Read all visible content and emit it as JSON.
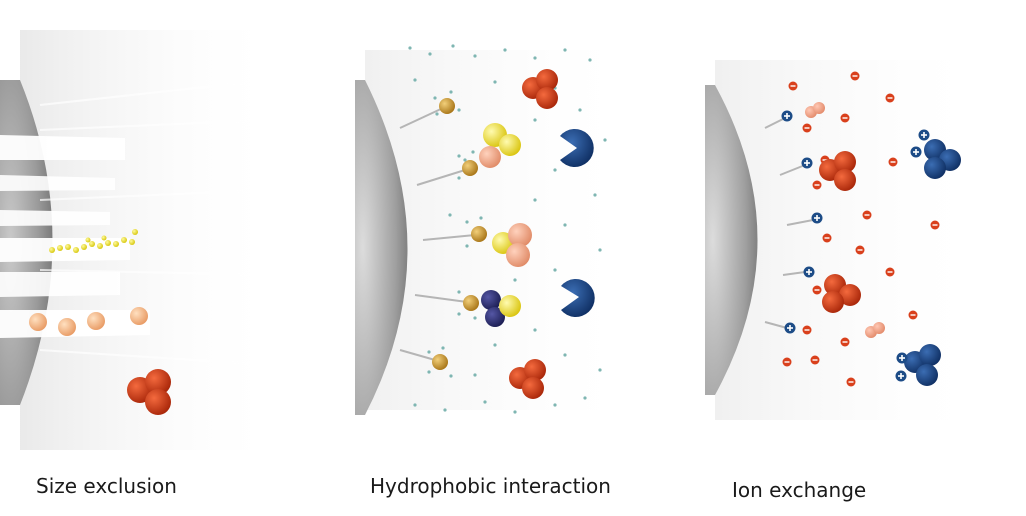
{
  "panels": [
    {
      "id": "size-exclusion",
      "label": "Size exclusion"
    },
    {
      "id": "hydrophobic-interaction",
      "label": "Hydrophobic interaction"
    },
    {
      "id": "ion-exchange",
      "label": "Ion exchange"
    }
  ],
  "colors": {
    "bead_gray": "#a7a7a7",
    "bead_light": "#e3e3e3",
    "protein_red": "#d9401c",
    "protein_red_dark": "#9e2409",
    "protein_blue": "#1d4c87",
    "protein_blue_dark": "#0e2a57",
    "navy": "#2a2d6a",
    "ligand_gold": "#d1a03a",
    "hydrophobic_yellow": "#f2e11e",
    "salmon": "#f3a98a",
    "peach": "#f5c28f",
    "water_dot": "#7fb6b2",
    "small_molecule_yellow": "#e9e21c"
  },
  "icons": [
    "plus-charge-icon",
    "minus-charge-icon"
  ]
}
